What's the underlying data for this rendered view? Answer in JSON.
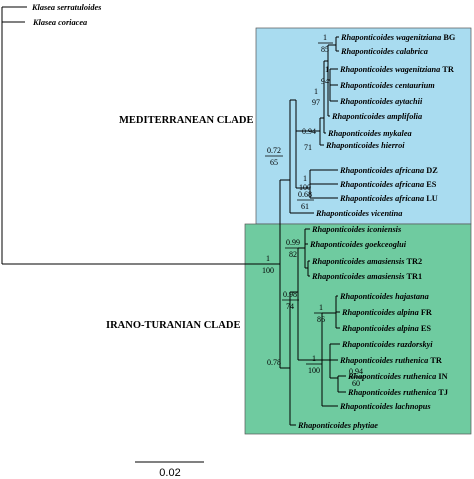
{
  "colors": {
    "mediterranean_box": "#a9dcf0",
    "irano_turanian_box": "#6fcba0",
    "box_border": "#555555",
    "line": "#000000"
  },
  "clades": {
    "mediterranean": "MEDITERRANEAN CLADE",
    "irano_turanian": "IRANO-TURANIAN CLADE"
  },
  "outgroups": [
    "Klasea serratuloides",
    "Klasea coriacea"
  ],
  "mediterranean_taxa": [
    {
      "name": "Rhaponticoides wagenitziana",
      "code": "BG"
    },
    {
      "name": "Rhaponticoides calabrica",
      "code": ""
    },
    {
      "name": "Rhaponticoides wagenitziana",
      "code": "TR"
    },
    {
      "name": "Rhaponticoides centaurium",
      "code": ""
    },
    {
      "name": "Rhaponticoides aytachii",
      "code": ""
    },
    {
      "name": "Rhaponticoides amplifolia",
      "code": ""
    },
    {
      "name": "Rhaponticoides mykalea",
      "code": ""
    },
    {
      "name": "Rhaponticoides hierroi",
      "code": ""
    },
    {
      "name": "Rhaponticoides africana",
      "code": "DZ"
    },
    {
      "name": "Rhaponticoides africana",
      "code": "ES"
    },
    {
      "name": "Rhaponticoides africana",
      "code": "LU"
    },
    {
      "name": "Rhaponticoides vicentina",
      "code": ""
    }
  ],
  "irano_turanian_taxa": [
    {
      "name": "Rhaponticoides iconiensis",
      "code": ""
    },
    {
      "name": "Rhaponticoides goekceoglui",
      "code": ""
    },
    {
      "name": "Rhaponticoides amasiensis",
      "code": "TR2"
    },
    {
      "name": "Rhaponticoides amasiensis",
      "code": "TR1"
    },
    {
      "name": "Rhaponticoides hajastana",
      "code": ""
    },
    {
      "name": "Rhaponticoides alpina",
      "code": "FR"
    },
    {
      "name": "Rhaponticoides alpina",
      "code": "ES"
    },
    {
      "name": "Rhaponticoides razdorskyi",
      "code": ""
    },
    {
      "name": "Rhaponticoides ruthenica",
      "code": "TR"
    },
    {
      "name": "Rhaponticoides ruthenica",
      "code": "IN"
    },
    {
      "name": "Rhaponticoides ruthenica",
      "code": "TJ"
    },
    {
      "name": "Rhaponticoides lachnopus",
      "code": ""
    },
    {
      "name": "Rhaponticoides phytiae",
      "code": ""
    }
  ],
  "support_values": {
    "root": {
      "top": "1",
      "bottom": "100"
    },
    "wagenitziana_bg_calabrica": {
      "top": "1",
      "bottom": "85"
    },
    "centaurium_group": {
      "top": "1",
      "bottom": "94"
    },
    "amplifolia_group": {
      "top": "1",
      "bottom": "97"
    },
    "mykalea_group": {
      "top": "0.94",
      "bottom": "71"
    },
    "mediterranean": {
      "top": "0.72",
      "bottom": "65"
    },
    "africana": {
      "top": "1",
      "bottom": "100"
    },
    "vicentina_africana": {
      "top": "0.68",
      "bottom": "61"
    },
    "iconiensis_amasiensis": {
      "top": "0.99",
      "bottom": "82"
    },
    "iconiensis_to_lachnopus": {
      "top": "0.98",
      "bottom": "74"
    },
    "hajastana_alpina": {
      "top": "1",
      "bottom": "86"
    },
    "ruthenica": {
      "top": "0.94",
      "bottom": "60"
    },
    "hajastana_to_lachnopus": {
      "top": "1",
      "bottom": "100"
    },
    "ingroup": {
      "top": "0.78",
      "bottom": ""
    }
  },
  "scale_bar": {
    "label": "0.02"
  }
}
